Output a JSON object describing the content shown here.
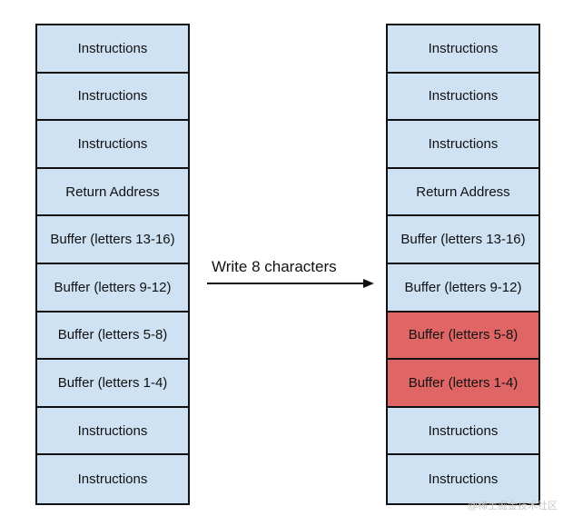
{
  "left_stack": {
    "cells": [
      {
        "label": "Instructions"
      },
      {
        "label": "Instructions"
      },
      {
        "label": "Instructions"
      },
      {
        "label": "Return Address"
      },
      {
        "label": "Buffer (letters 13-16)"
      },
      {
        "label": "Buffer (letters 9-12)"
      },
      {
        "label": "Buffer (letters 5-8)"
      },
      {
        "label": "Buffer (letters 1-4)"
      },
      {
        "label": "Instructions"
      },
      {
        "label": "Instructions"
      }
    ]
  },
  "right_stack": {
    "cells": [
      {
        "label": "Instructions",
        "overwritten": false
      },
      {
        "label": "Instructions",
        "overwritten": false
      },
      {
        "label": "Instructions",
        "overwritten": false
      },
      {
        "label": "Return Address",
        "overwritten": false
      },
      {
        "label": "Buffer (letters 13-16)",
        "overwritten": false
      },
      {
        "label": "Buffer (letters 9-12)",
        "overwritten": false
      },
      {
        "label": "Buffer (letters 5-8)",
        "overwritten": true
      },
      {
        "label": "Buffer (letters 1-4)",
        "overwritten": true
      },
      {
        "label": "Instructions",
        "overwritten": false
      },
      {
        "label": "Instructions",
        "overwritten": false
      }
    ]
  },
  "arrow": {
    "label": "Write 8 characters"
  },
  "watermark": "@稀土掘金技术社区",
  "colors": {
    "cell_fill": "#cfe2f3",
    "overwritten_fill": "#e06666",
    "border": "#111111"
  }
}
